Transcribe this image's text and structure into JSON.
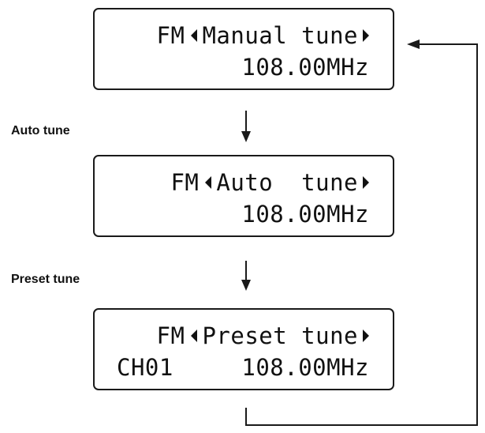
{
  "screens": [
    {
      "mode": "FM",
      "title": "Manual tune",
      "channel": "",
      "frequency": "108.00MHz"
    },
    {
      "mode": "FM",
      "title": "Auto  tune",
      "channel": "",
      "frequency": "108.00MHz"
    },
    {
      "mode": "FM",
      "title": "Preset tune",
      "channel": "CH01",
      "frequency": "108.00MHz"
    }
  ],
  "step_labels": [
    "Auto tune",
    "Preset tune"
  ],
  "colors": {
    "stroke": "#1a1a1a",
    "background": "#ffffff"
  }
}
